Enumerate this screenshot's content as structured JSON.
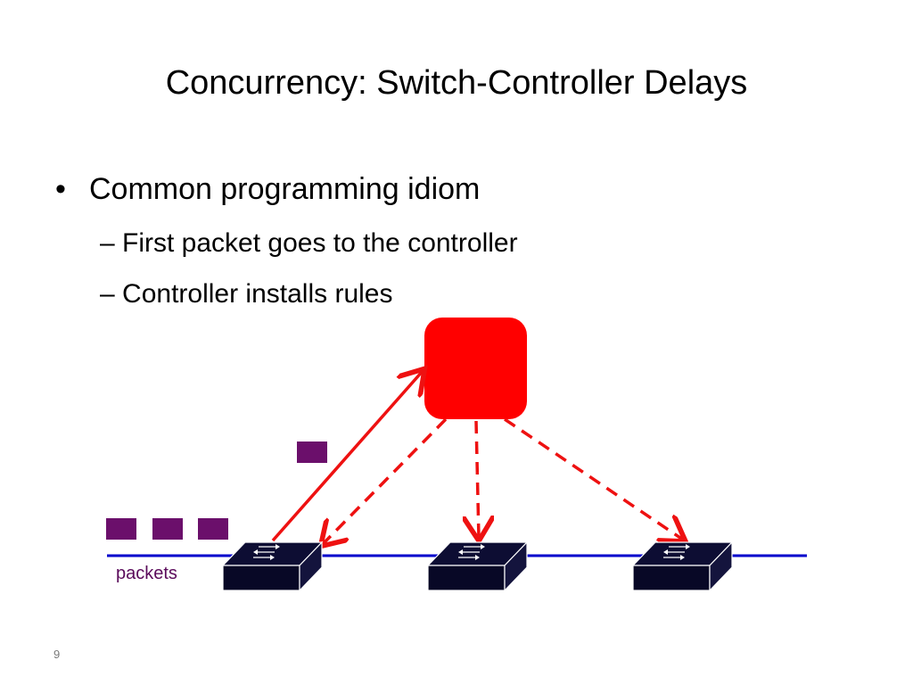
{
  "slide": {
    "title": "Concurrency: Switch-Controller Delays",
    "bullet": "Common programming idiom",
    "bullet_symbol": "•",
    "sub_dash": "–",
    "sub_items": [
      "First packet goes to the controller",
      "Controller installs rules"
    ],
    "page_number": "9"
  },
  "diagram": {
    "packets_label": "packets",
    "colors": {
      "controller": "#ff0000",
      "arrows": "#ee1111",
      "link": "#0000cc",
      "packet": "#6b0f6b",
      "switch_top": "#0d0d33",
      "switch_front": "#080826",
      "switch_side": "#14143d"
    }
  }
}
